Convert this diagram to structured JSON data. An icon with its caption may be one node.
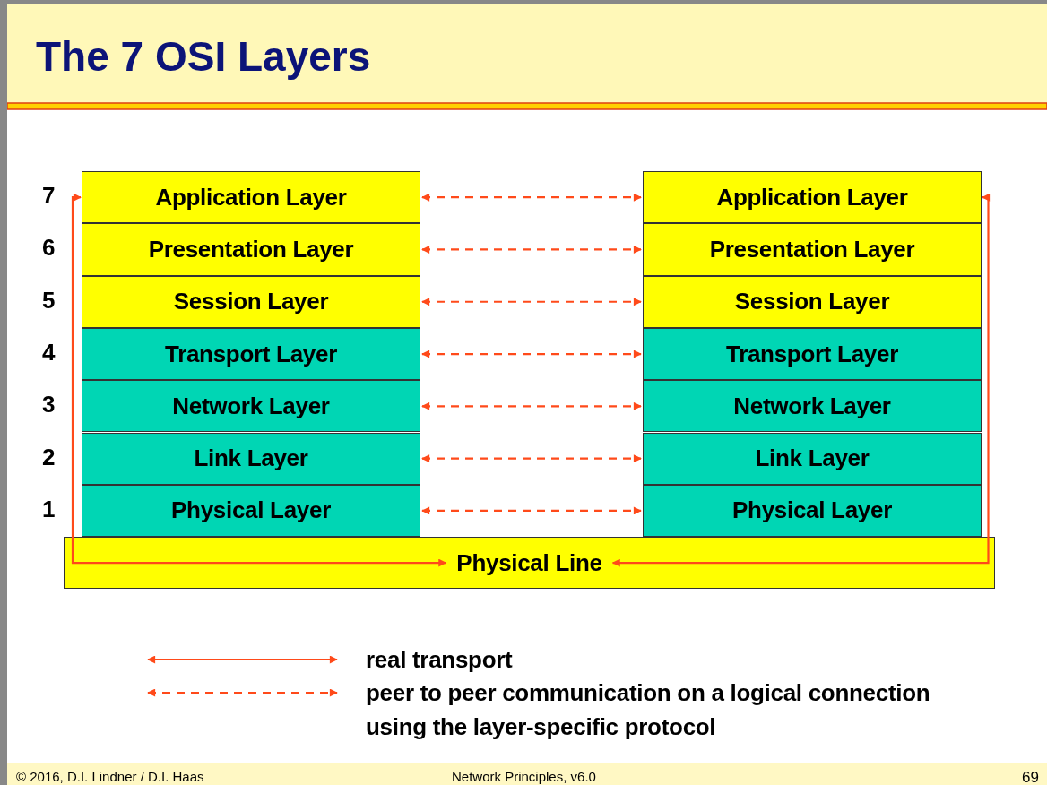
{
  "diagram": {
    "title": "The 7 OSI Layers",
    "nodes": [
      {
        "text": [
          "Application Layer"
        ]
      },
      {
        "text": [
          "Presentation Layer"
        ]
      },
      {
        "text": [
          "Session Layer"
        ]
      },
      {
        "text": [
          "Transport Layer"
        ]
      },
      {
        "text": [
          "Network Layer"
        ]
      },
      {
        "text": [
          "Link Layer"
        ]
      },
      {
        "text": [
          "Physical Layer"
        ]
      },
      {
        "text": [
          "Application Layer"
        ]
      },
      {
        "text": [
          "Presentation Layer"
        ]
      },
      {
        "text": [
          "Session Layer"
        ]
      },
      {
        "text": [
          "Transport Layer"
        ]
      },
      {
        "text": [
          "Network Layer"
        ]
      },
      {
        "text": [
          "Link Layer"
        ]
      },
      {
        "text": [
          "Physical Layer"
        ]
      },
      {
        "text": [
          "Physical Line"
        ]
      }
    ],
    "edges": [
      {
        "from": 0,
        "to": 7,
        "arrow": "both",
        "style": "dashed"
      },
      {
        "from": 1,
        "to": 8,
        "arrow": "both",
        "style": "dashed"
      },
      {
        "from": 2,
        "to": 9,
        "arrow": "both",
        "style": "dashed"
      },
      {
        "from": 3,
        "to": 10,
        "arrow": "both",
        "style": "dashed"
      },
      {
        "from": 4,
        "to": 11,
        "arrow": "both",
        "style": "dashed"
      },
      {
        "from": 5,
        "to": 12,
        "arrow": "both",
        "style": "dashed"
      },
      {
        "from": 6,
        "to": 13,
        "arrow": "both",
        "style": "dashed"
      },
      {
        "from": 0,
        "to": 14,
        "arrow": "both"
      },
      {
        "from": 7,
        "to": 14,
        "arrow": "both"
      }
    ],
    "labels": [
      "7",
      "6",
      "5",
      "4",
      "3",
      "2",
      "1",
      "© 2016, D.I. Lindner / D.I. Haas",
      "Network Principles, v6.0",
      "69"
    ],
    "legend": [
      {
        "text": "real transport"
      },
      {
        "text": "peer to peer communication on a logical connection using the layer-specific protocol"
      }
    ]
  }
}
